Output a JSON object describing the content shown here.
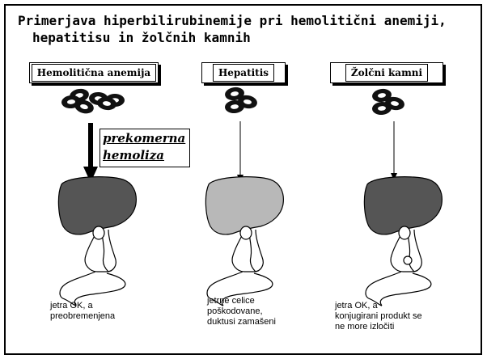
{
  "title": {
    "line1": "Primerjava hiperbilirubinemije pri hemolitični anemiji,",
    "line2": "hepatitisu in žolčnih kamnih"
  },
  "columns": [
    {
      "label": "Hemolitična anemija",
      "caption_line1": "jetra OK, a",
      "caption_line2": "preobremenjena",
      "caption_line3": "",
      "liver_color": "#555555",
      "arrow": "thick"
    },
    {
      "label": "Hepatitis",
      "caption_line1": "jetrne celice",
      "caption_line2": "poškodovane,",
      "caption_line3": "duktusi zamašeni",
      "liver_color": "#b8b8b8",
      "arrow": "thin"
    },
    {
      "label": "Žolčni kamni",
      "caption_line1": "jetra OK, a",
      "caption_line2": "konjugirani produkt se",
      "caption_line3": "ne more izločiti",
      "liver_color": "#555555",
      "arrow": "thin"
    }
  ],
  "annotation": {
    "line1": "prekomerna",
    "line2": "hemoliza"
  },
  "icons": [
    "erythrocyte-icon",
    "liver-icon",
    "bile-duct-icon",
    "gallstone-icon"
  ]
}
